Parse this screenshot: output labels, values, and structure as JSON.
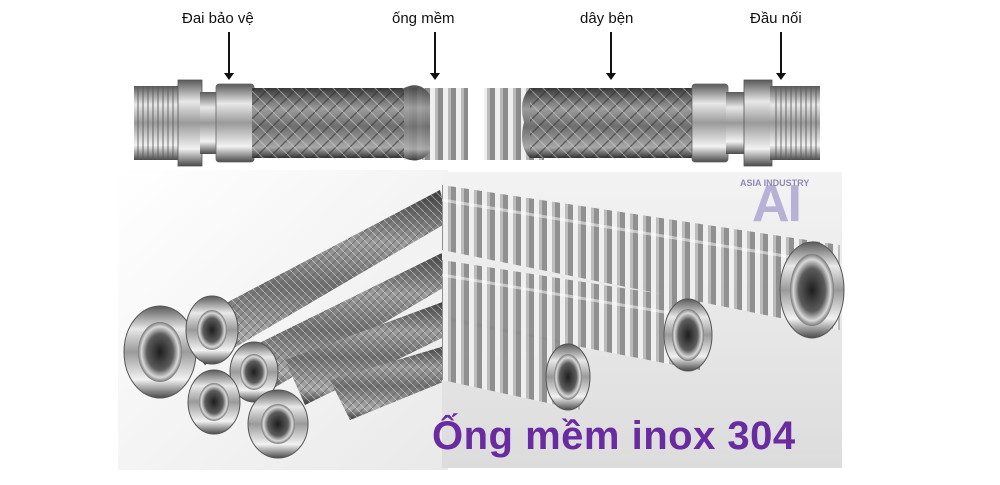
{
  "labels": {
    "clamp": "Đai bảo vệ",
    "hose": "ống mềm",
    "braid": "dây bện",
    "fitting": "Đầu nối"
  },
  "brand": {
    "letters": "AI",
    "name": "ASIA INDUSTRY"
  },
  "caption": "Ống mềm inox 304",
  "colors": {
    "caption": "#6a2aa0",
    "brand": "#b7b1d6"
  }
}
